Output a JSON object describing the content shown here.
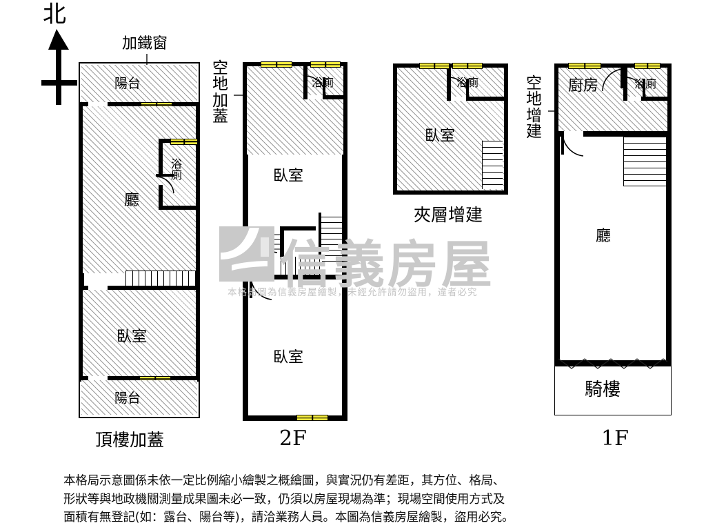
{
  "document": {
    "type": "real-estate-floor-plan",
    "orientation_label": "北",
    "watermark_brand": "信義房屋",
    "watermark_notice": "本格局圖為信義房屋繪製，未經允許請勿盜用，違者必究",
    "disclaimer_lines": [
      "本格局示意圖係未依一定比例縮小繪製之概繪圖，與實況仍有差距，其方位、格局、",
      "形狀等與地政機關測量成果圖未必一致，仍須以房屋現場為準；現場空間使用方式及",
      "面積有無登記(如：露台、陽台等)，請洽業務人員。本圖為信義房屋繪製，盜用必究。"
    ]
  },
  "colors": {
    "wall": "#000000",
    "window": "#f5ec3d",
    "hatch": "#9a9a9a",
    "watermark": "#c9c9c9",
    "background": "#ffffff"
  },
  "callouts": [
    {
      "id": "iron-window",
      "label": "加鐵窗"
    },
    {
      "id": "vacant-land-roof",
      "label": "空地加蓋"
    },
    {
      "id": "vacant-land-extension",
      "label": "空地增建"
    }
  ],
  "floors": [
    {
      "id": "rooftop",
      "caption": "頂樓加蓋",
      "rooms": [
        {
          "name": "陽台",
          "position": "top"
        },
        {
          "name": "廳",
          "position": "upper-middle"
        },
        {
          "name": "浴廁",
          "position": "right-middle"
        },
        {
          "name": "臥室",
          "position": "lower"
        },
        {
          "name": "陽台",
          "position": "bottom"
        }
      ],
      "windows": 2,
      "doors": 4,
      "stairs": 1
    },
    {
      "id": "2f",
      "caption": "2F",
      "rooms": [
        {
          "name": "臥室",
          "position": "upper"
        },
        {
          "name": "浴廁",
          "position": "top-right"
        },
        {
          "name": "臥室",
          "position": "lower"
        }
      ],
      "windows": 3,
      "doors": 3,
      "stairs": 2
    },
    {
      "id": "mezzanine",
      "caption": "夾層增建",
      "rooms": [
        {
          "name": "臥室",
          "position": "main"
        },
        {
          "name": "浴廁",
          "position": "top-right"
        }
      ],
      "windows": 2,
      "doors": 1,
      "stairs": 1
    },
    {
      "id": "1f",
      "caption": "1F",
      "rooms": [
        {
          "name": "廚房",
          "position": "top-left"
        },
        {
          "name": "浴廁",
          "position": "top-right"
        },
        {
          "name": "廳",
          "position": "middle"
        },
        {
          "name": "騎樓",
          "position": "bottom"
        }
      ],
      "windows": 2,
      "doors": 3,
      "stairs": 1
    }
  ],
  "labels": {
    "north": "北",
    "iron_window": "加鐵窗",
    "vacant_roof": "空地加蓋",
    "vacant_ext": "空地增建",
    "balcony": "陽台",
    "living": "廳",
    "bath": "浴廁",
    "bedroom": "臥室",
    "kitchen": "廚房",
    "arcade": "騎樓",
    "cap_rooftop": "頂樓加蓋",
    "cap_2f": "2F",
    "cap_mezz": "夾層增建",
    "cap_1f": "1F"
  }
}
